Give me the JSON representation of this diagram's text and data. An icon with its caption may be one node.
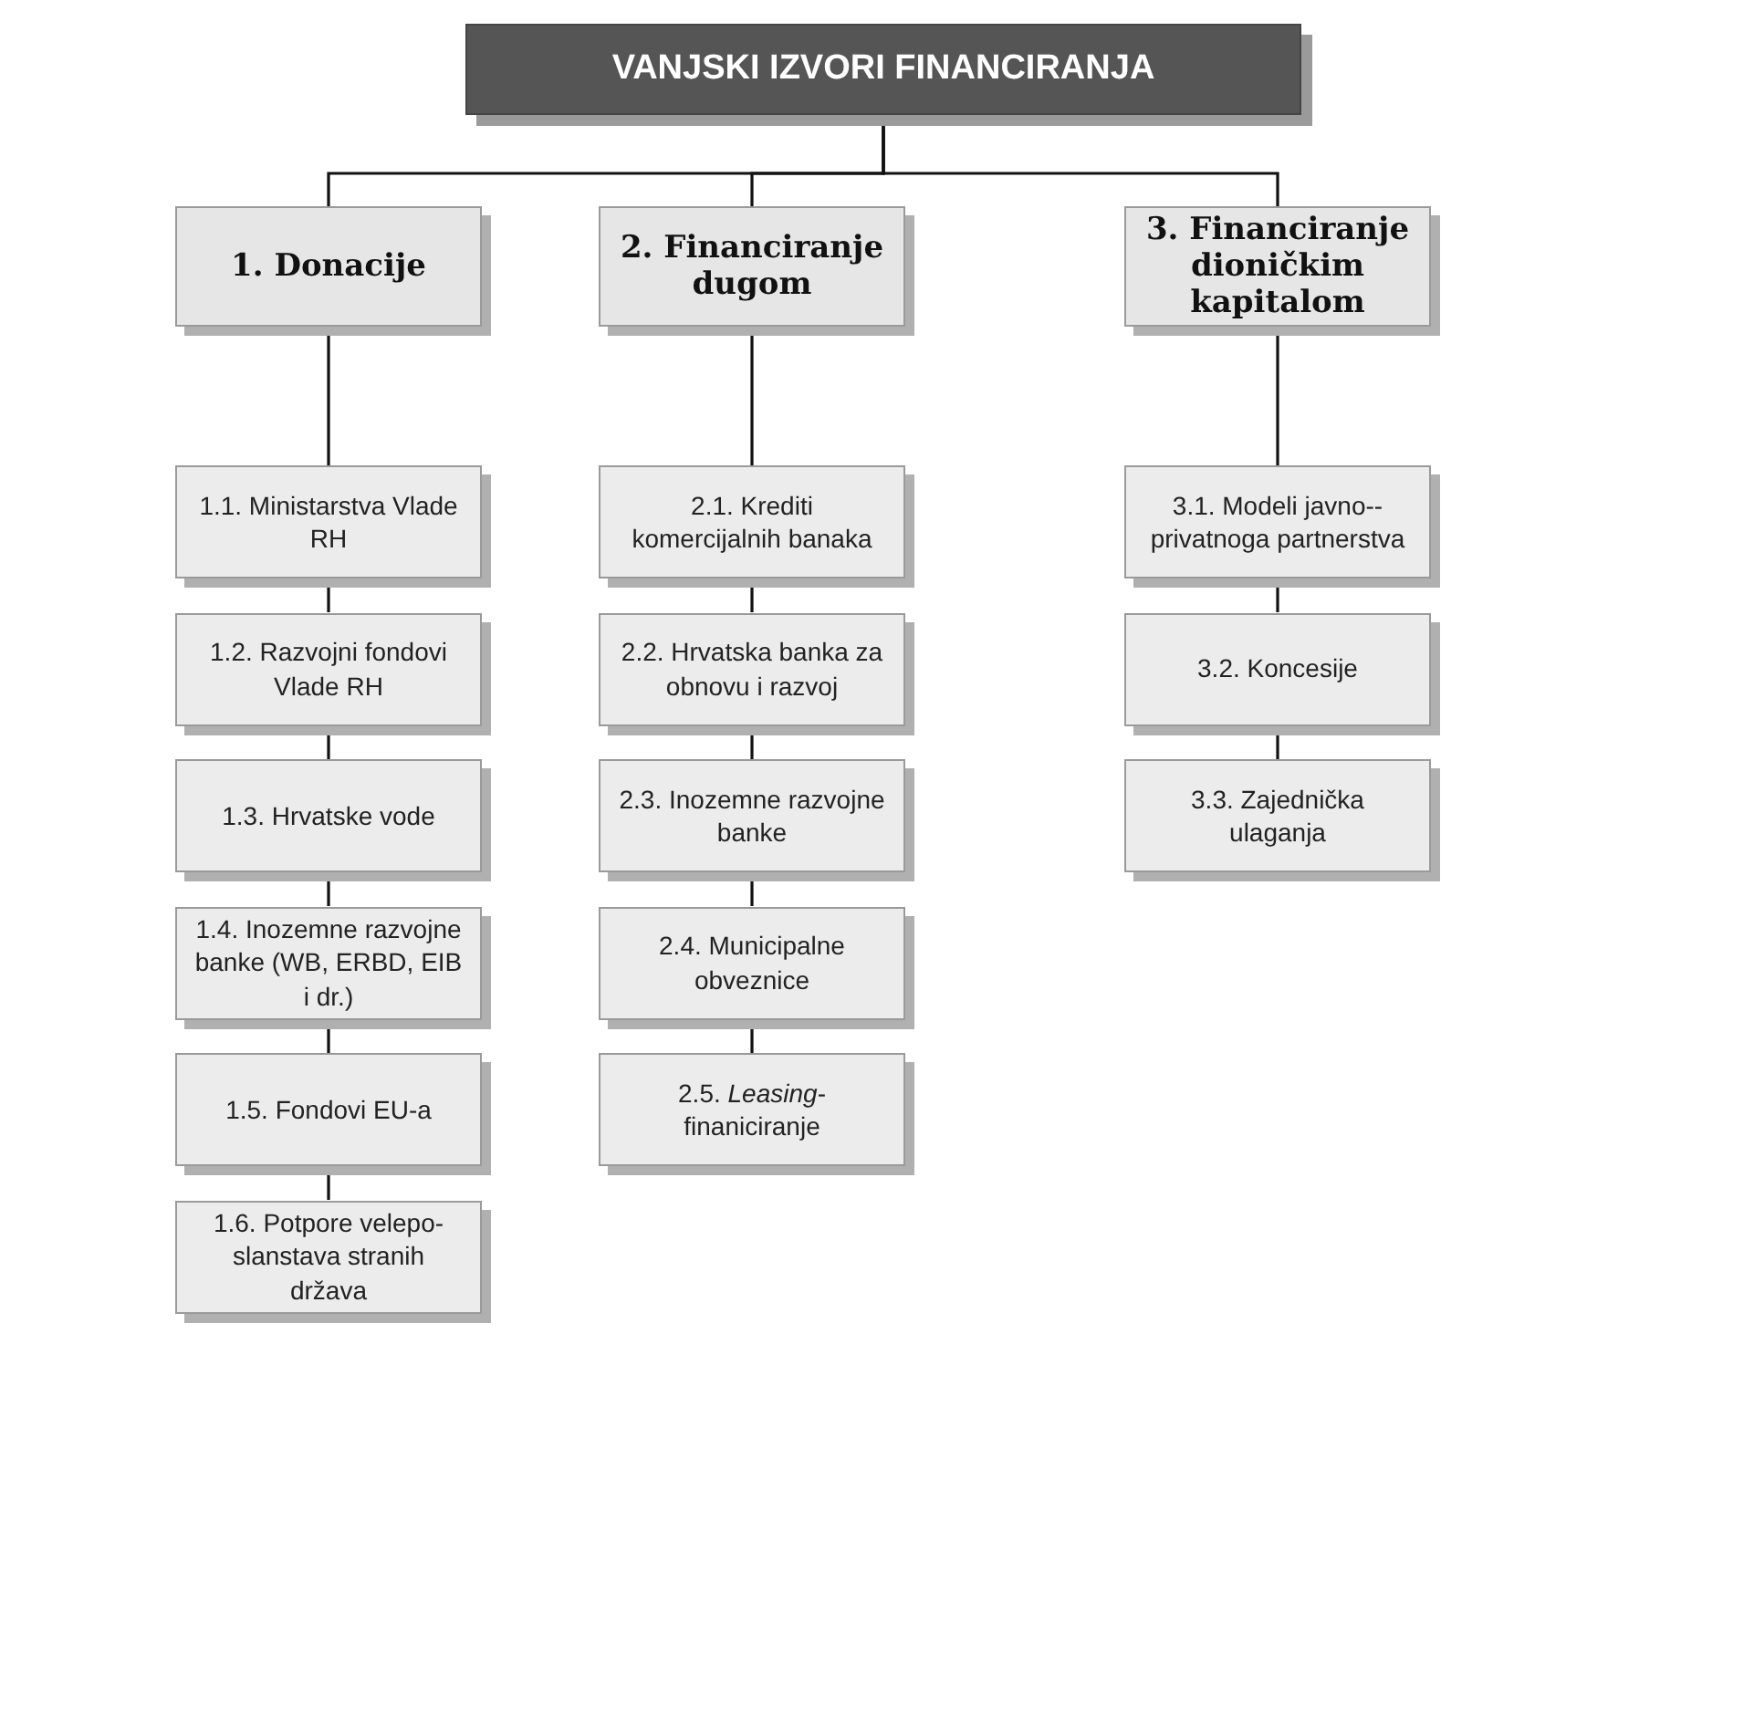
{
  "diagram": {
    "nodes": [
      {
        "text": [
          "VANJSKI IZVORI FINANCIRANJA"
        ]
      },
      {
        "text": [
          "1. Donacije"
        ]
      },
      {
        "text": [
          "2. Financiranje dugom"
        ]
      },
      {
        "text": [
          "3. Financiranje dioničkim kapitalom"
        ]
      },
      {
        "text": [
          "1.1. Ministarstva Vlade RH"
        ]
      },
      {
        "text": [
          "1.2. Razvojni fondovi Vlade RH"
        ]
      },
      {
        "text": [
          "1.3. Hrvatske vode"
        ]
      },
      {
        "text": [
          "1.4. Inozemne razvojne banke (WB, ERBD, EIB i dr.)"
        ]
      },
      {
        "text": [
          "1.5. Fondovi EU-a"
        ]
      },
      {
        "text": [
          "1.6. Potpore velepo-slanstava stranih država"
        ]
      },
      {
        "text": [
          "2.1. Krediti komercijalnih banaka"
        ]
      },
      {
        "text": [
          "2.2. Hrvatska banka za obnovu i razvoj"
        ]
      },
      {
        "text": [
          "2.3. Inozemne razvojne banke"
        ]
      },
      {
        "text": [
          "2.4. Municipalne obveznice"
        ]
      },
      {
        "text": [
          "2.5. *Leasing*-finaniciranje"
        ]
      },
      {
        "text": [
          "3.1. Modeli javno--privatnoga partnerstva"
        ]
      },
      {
        "text": [
          "3.2. Koncesije"
        ]
      },
      {
        "text": [
          "3.3. Zajednička ulaganja"
        ]
      }
    ],
    "edges": [
      {
        "from": 0,
        "to": 1,
        "arrow": "none"
      },
      {
        "from": 0,
        "to": 2,
        "arrow": "none"
      },
      {
        "from": 0,
        "to": 3,
        "arrow": "none"
      },
      {
        "from": 1,
        "to": 4,
        "arrow": "none"
      },
      {
        "from": 4,
        "to": 5,
        "arrow": "none"
      },
      {
        "from": 5,
        "to": 6,
        "arrow": "none"
      },
      {
        "from": 6,
        "to": 7,
        "arrow": "none"
      },
      {
        "from": 7,
        "to": 8,
        "arrow": "none"
      },
      {
        "from": 8,
        "to": 9,
        "arrow": "none"
      },
      {
        "from": 2,
        "to": 10,
        "arrow": "none"
      },
      {
        "from": 10,
        "to": 11,
        "arrow": "none"
      },
      {
        "from": 11,
        "to": 12,
        "arrow": "none"
      },
      {
        "from": 12,
        "to": 13,
        "arrow": "none"
      },
      {
        "from": 13,
        "to": 14,
        "arrow": "none"
      },
      {
        "from": 3,
        "to": 15,
        "arrow": "none"
      },
      {
        "from": 15,
        "to": 16,
        "arrow": "none"
      },
      {
        "from": 16,
        "to": 17,
        "arrow": "none"
      }
    ]
  }
}
